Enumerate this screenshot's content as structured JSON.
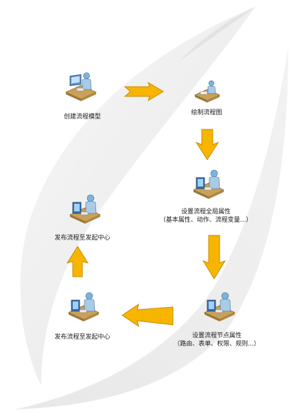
{
  "diagram": {
    "nodes": [
      {
        "id": "create-model",
        "label": "创建流程模型"
      },
      {
        "id": "draw-diagram",
        "label": "绘制流程图"
      },
      {
        "id": "global-props",
        "label": "设置流程全局属性",
        "sublabel": "（基本属性、动作、流程变量...）"
      },
      {
        "id": "node-props",
        "label": "设置流程节点属性",
        "sublabel": "（路由、表单、权限、规则...）"
      },
      {
        "id": "publish-1",
        "label": "发布流程至发起中心"
      },
      {
        "id": "publish-2",
        "label": "发布流程至发起中心"
      }
    ],
    "edges": [
      {
        "from": "create-model",
        "to": "draw-diagram"
      },
      {
        "from": "draw-diagram",
        "to": "global-props"
      },
      {
        "from": "global-props",
        "to": "node-props"
      },
      {
        "from": "node-props",
        "to": "publish-1"
      },
      {
        "from": "publish-1",
        "to": "publish-2"
      }
    ],
    "colors": {
      "arrow_fill": "#f7b500",
      "arrow_stroke": "#c98a00",
      "person_skin": "#7fb3d9",
      "desk": "#c9a15a",
      "background_swoosh": "#e9e9e9"
    }
  }
}
